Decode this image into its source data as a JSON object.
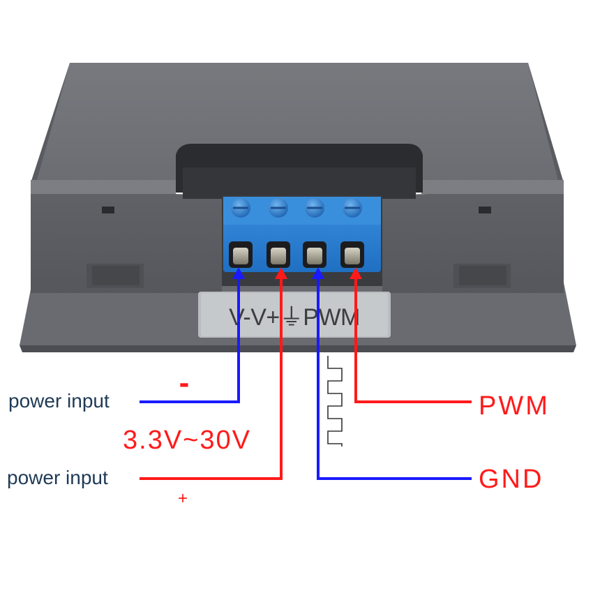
{
  "device": {
    "terminal_label": "V-V+⏚PWM"
  },
  "annotations": {
    "minus_sign": "-",
    "voltage_range": "3.3V~30V",
    "plus_sign": "+",
    "power_input_negative": "power input",
    "power_input_positive": "power input",
    "pwm_label": "PWM",
    "gnd_label": "GND"
  },
  "colors": {
    "blue_wire": "#1a1aff",
    "red_wire": "#ff1a1a",
    "label_dark": "#1f3a55",
    "housing": "#6b6e74",
    "terminal_block": "#2a7fd4"
  }
}
